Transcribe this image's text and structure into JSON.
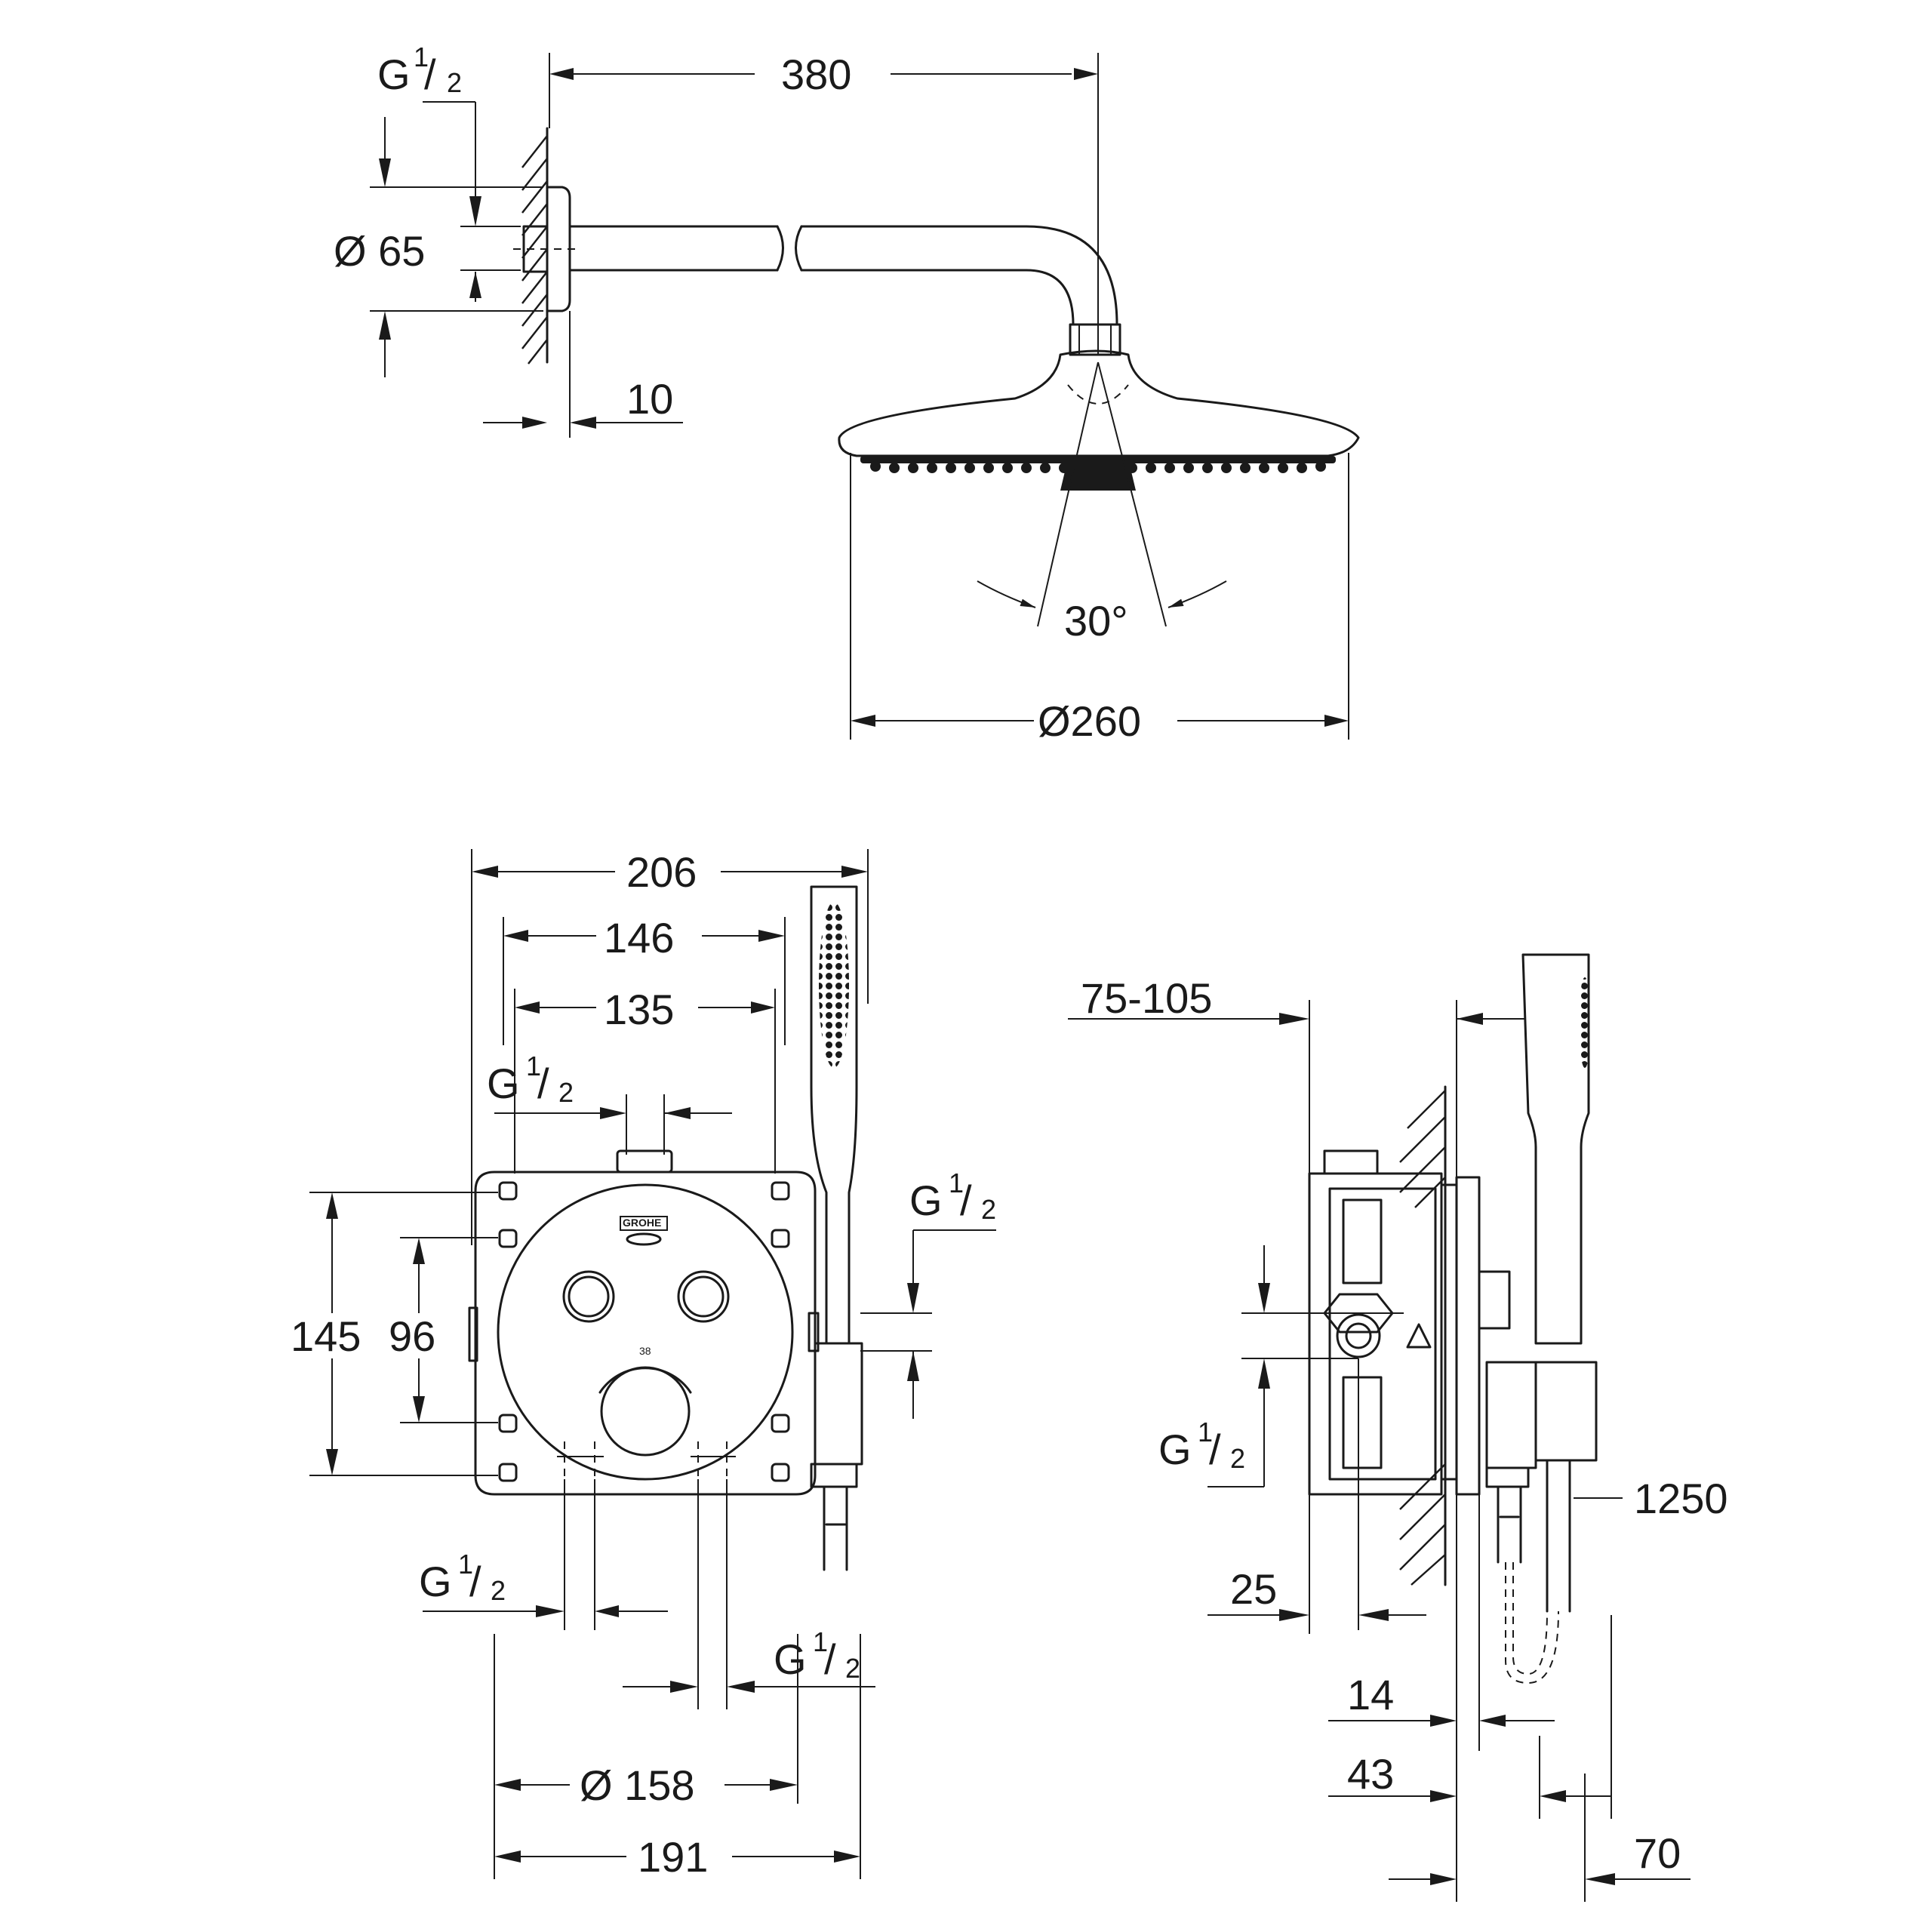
{
  "drawing": {
    "title": "",
    "line_color": "#1a1a1a",
    "background": "#ffffff"
  },
  "overhead_shower": {
    "arm_length": "380",
    "rose_diameter": "Ø260",
    "spray_angle": "30°",
    "flange_diameter": "Ø 65",
    "wall_gap": "10",
    "connection": {
      "g": "G",
      "num": "1",
      "den": "2"
    }
  },
  "front_view": {
    "overall_width": "206",
    "mount_spacing_146": "146",
    "mount_spacing_135": "135",
    "height_145": "145",
    "height_96": "96",
    "cover_diameter": "Ø 158",
    "total_width_191": "191",
    "brand_mark": "GROHE",
    "dial_marking": "38",
    "connection_top": {
      "g": "G",
      "num": "1",
      "den": "2"
    },
    "connection_right": {
      "g": "G",
      "num": "1",
      "den": "2"
    },
    "connection_bottom_left": {
      "g": "G",
      "num": "1",
      "den": "2"
    },
    "connection_bottom_right": {
      "g": "G",
      "num": "1",
      "den": "2"
    }
  },
  "side_view": {
    "install_depth": "75-105",
    "depth_25": "25",
    "depth_14": "14",
    "depth_43": "43",
    "hose_length": "1250",
    "offset_70": "70",
    "connection": {
      "g": "G",
      "num": "1",
      "den": "2"
    }
  }
}
